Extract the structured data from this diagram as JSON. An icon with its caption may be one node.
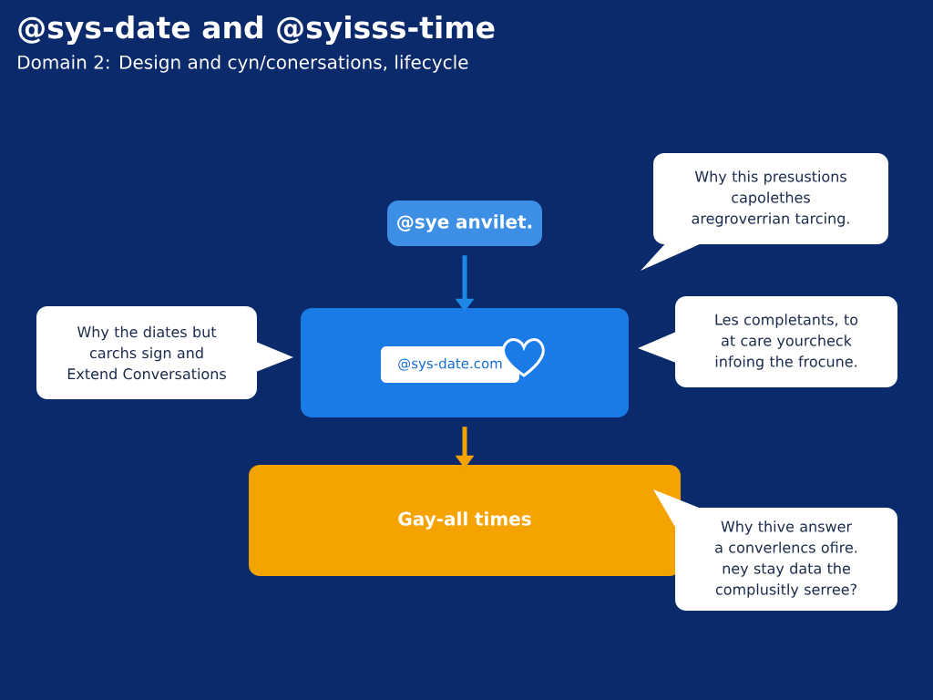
{
  "diagram": {
    "title": "@sys-date and @syisss-time",
    "caption": "Domain 2: Design and cyn/conersations, lifecycle",
    "nodes": [
      {
        "text": [
          "@sye anvilet."
        ]
      },
      {
        "text": [],
        "shape": "box"
      },
      {
        "text": [
          "@sys-date.com"
        ],
        "in": 1
      },
      {
        "text": [
          "Gay-all times"
        ]
      },
      {
        "text": [
          "Why the diates but carchs sign and Extend Conversations"
        ]
      },
      {
        "text": [
          "Why this presustions capolethes aregroverrian tarcing."
        ]
      },
      {
        "text": [
          "Les completants, to at care yourcheck infoing the frocune."
        ]
      },
      {
        "text": [
          "Why thive answer a converlencs ofire. ney stay data the complusitly serree?"
        ]
      }
    ],
    "edges": [
      {
        "from": 0,
        "to": 1,
        "arrow": "to",
        "color": "#1e88e5"
      },
      {
        "from": 1,
        "to": 3,
        "arrow": "to",
        "color": "#f5a300"
      }
    ]
  }
}
